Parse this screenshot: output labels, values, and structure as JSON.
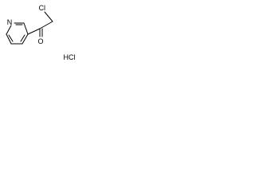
{
  "molecule": {
    "atoms": {
      "ring_nitrogen": "N",
      "carbonyl_oxygen": "O",
      "chlorine": "Cl",
      "salt": "HCl"
    }
  },
  "colors": {
    "bond": "#000000",
    "text": "#000000",
    "background": "#ffffff"
  }
}
